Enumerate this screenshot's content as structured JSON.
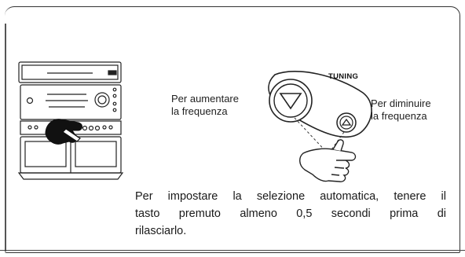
{
  "diagram": {
    "tuning_label": "TUNING",
    "increase_label": [
      "Per aumentare",
      "la frequenza"
    ],
    "decrease_label": [
      "Per diminuire",
      "la frequenza"
    ]
  },
  "caption": {
    "lines": [
      "Per impostare la selezione automatica, tenere il",
      "tasto premuto almeno 0,5 secondi prima di",
      "rilasciarlo."
    ]
  },
  "icons": {
    "stereo": "stereo-unit-icon",
    "pressing_hand": "pressing-hand-icon",
    "tuning_control": "tuning-buttons-icon"
  }
}
